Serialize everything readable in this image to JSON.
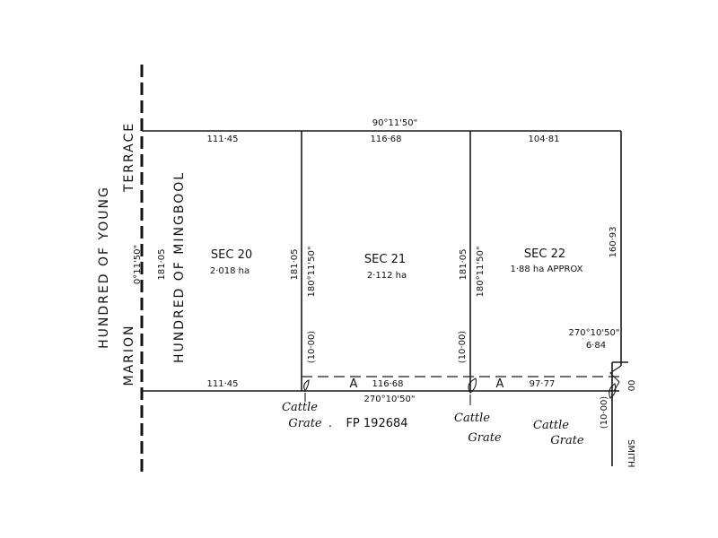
{
  "roads": {
    "terrace": "TERRACE",
    "marion": "MARION",
    "hundred_young": "HUNDRED OF YOUNG",
    "hundred_mingbool": "HUNDRED OF MINGBOOL",
    "smith": "SMITH"
  },
  "bearings": {
    "top": "90°11'50\"",
    "west": "0°11'50\"",
    "bottom": "270°10'50\"",
    "sec20_21": "180°11'50\"",
    "sec21_22": "180°11'50\"",
    "southeast": "270°10'50\"",
    "southeast_dist": "6·84"
  },
  "distances": {
    "top_sec20": "111·45",
    "top_sec21": "116·68",
    "top_sec22": "104·81",
    "west": "181·05",
    "div_20_21": "181·05",
    "div_21_22": "181·05",
    "east": "160·93",
    "bottom_sec20": "111·45",
    "bottom_sec21": "116·68",
    "bottom_sec22": "97·77",
    "offset_1": "(10·00)",
    "offset_2": "(10·00)",
    "offset_3": "(10·00)",
    "far_right": "00"
  },
  "sections": [
    {
      "label": "SEC 20",
      "area": "2·018 ha"
    },
    {
      "label": "SEC 21",
      "area": "2·112 ha"
    },
    {
      "label": "SEC 22",
      "area": "1·88 ha APPROX"
    }
  ],
  "easement": {
    "label_1": "A",
    "label_2": "A"
  },
  "fp": "FP 192684",
  "cattle_grates": [
    {
      "line1": "Cattle",
      "line2": "Grate"
    },
    {
      "line1": "Cattle",
      "line2": "Grate"
    },
    {
      "line1": "Cattle",
      "line2": "Grate"
    }
  ],
  "dot": "."
}
